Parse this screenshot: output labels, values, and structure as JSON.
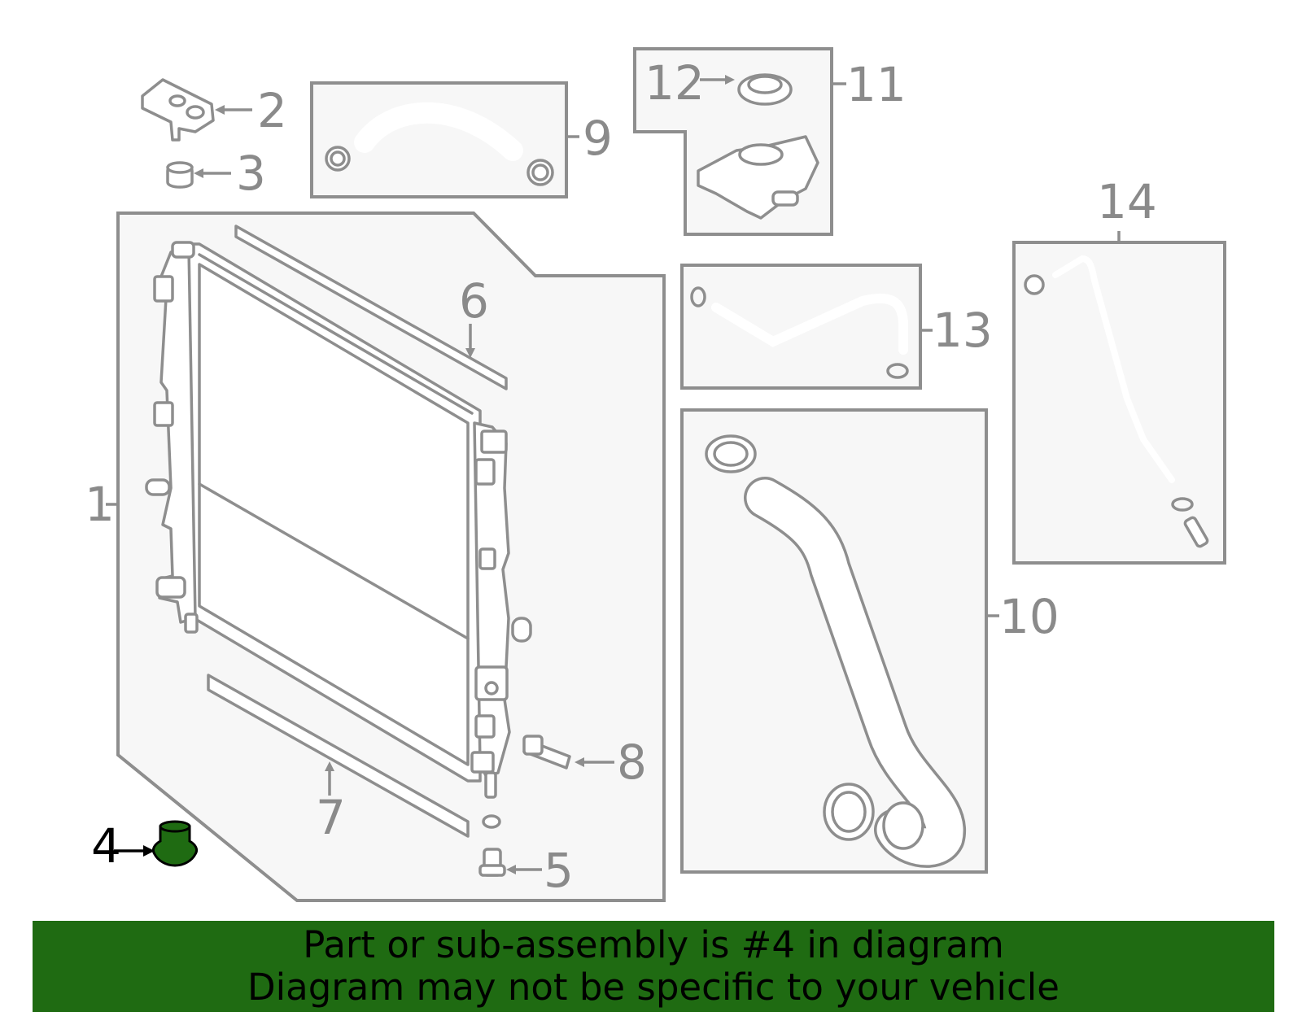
{
  "callouts": {
    "c1": "1",
    "c2": "2",
    "c3": "3",
    "c4": "4",
    "c5": "5",
    "c6": "6",
    "c7": "7",
    "c8": "8",
    "c9": "9",
    "c10": "10",
    "c11": "11",
    "c12": "12",
    "c13": "13",
    "c14": "14"
  },
  "highlight": {
    "part_number": "4",
    "color": "#1f6b12"
  },
  "banner": {
    "line1": "Part or sub-assembly is #4 in diagram",
    "line2": "Diagram may not be specific to your vehicle",
    "background": "#1f6b12"
  }
}
